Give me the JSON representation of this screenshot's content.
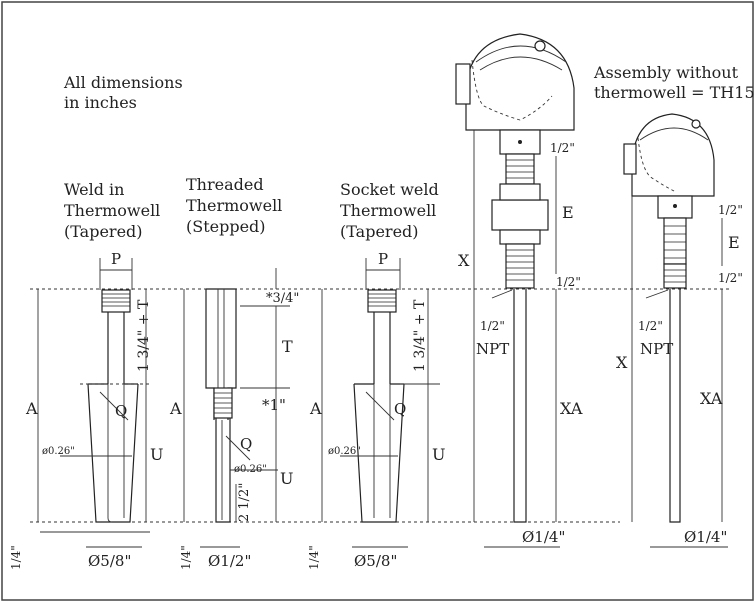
{
  "notes": {
    "all_dims_line1": "All dimensions",
    "all_dims_line2": "in inches",
    "assembly_line1": "Assembly without",
    "assembly_line2": "thermowell = TH15"
  },
  "weld": {
    "title_line1": "Weld in",
    "title_line2": "Thermowell",
    "title_line3": "(Tapered)",
    "dim_p": "P",
    "dim_a": "A",
    "dim_u": "U",
    "dim_q": "Q",
    "dim_top": "1 3/4\" + T",
    "dim_tip": "ø0.26\"",
    "dim_bottom": "1/4\"",
    "dim_dia": "Ø5/8\""
  },
  "threaded": {
    "title_line1": "Threaded",
    "title_line2": "Thermowell",
    "title_line3": "(Stepped)",
    "dim_a": "A",
    "dim_t": "T",
    "dim_u": "U",
    "dim_q": "Q",
    "dim_top": "*3/4\"",
    "dim_mid": "*1\"",
    "dim_tip": "ø0.26\"",
    "dim_step": "2 1/2\"",
    "dim_bottom": "1/4\"",
    "dim_dia": "Ø1/2\""
  },
  "socket": {
    "title_line1": "Socket weld",
    "title_line2": "Thermowell",
    "title_line3": "(Tapered)",
    "dim_p": "P",
    "dim_a": "A",
    "dim_u": "U",
    "dim_q": "Q",
    "dim_top": "1 3/4\" + T",
    "dim_tip": "ø0.26\"",
    "dim_bottom": "1/4\"",
    "dim_dia": "Ø5/8\""
  },
  "assembly_large": {
    "dim_x": "X",
    "dim_e": "E",
    "dim_half_top": "1/2\"",
    "dim_half_bottom": "1/2\"",
    "npt_fraction": "1/2\"",
    "npt_label": "NPT",
    "dim_xa": "XA",
    "dim_dia": "Ø1/4\""
  },
  "assembly_small": {
    "dim_x": "X",
    "dim_e": "E",
    "dim_half_top": "1/2\"",
    "dim_half_bottom": "1/2\"",
    "npt_fraction": "1/2\"",
    "npt_label": "NPT",
    "dim_xa": "XA",
    "dim_dia": "Ø1/4\""
  }
}
